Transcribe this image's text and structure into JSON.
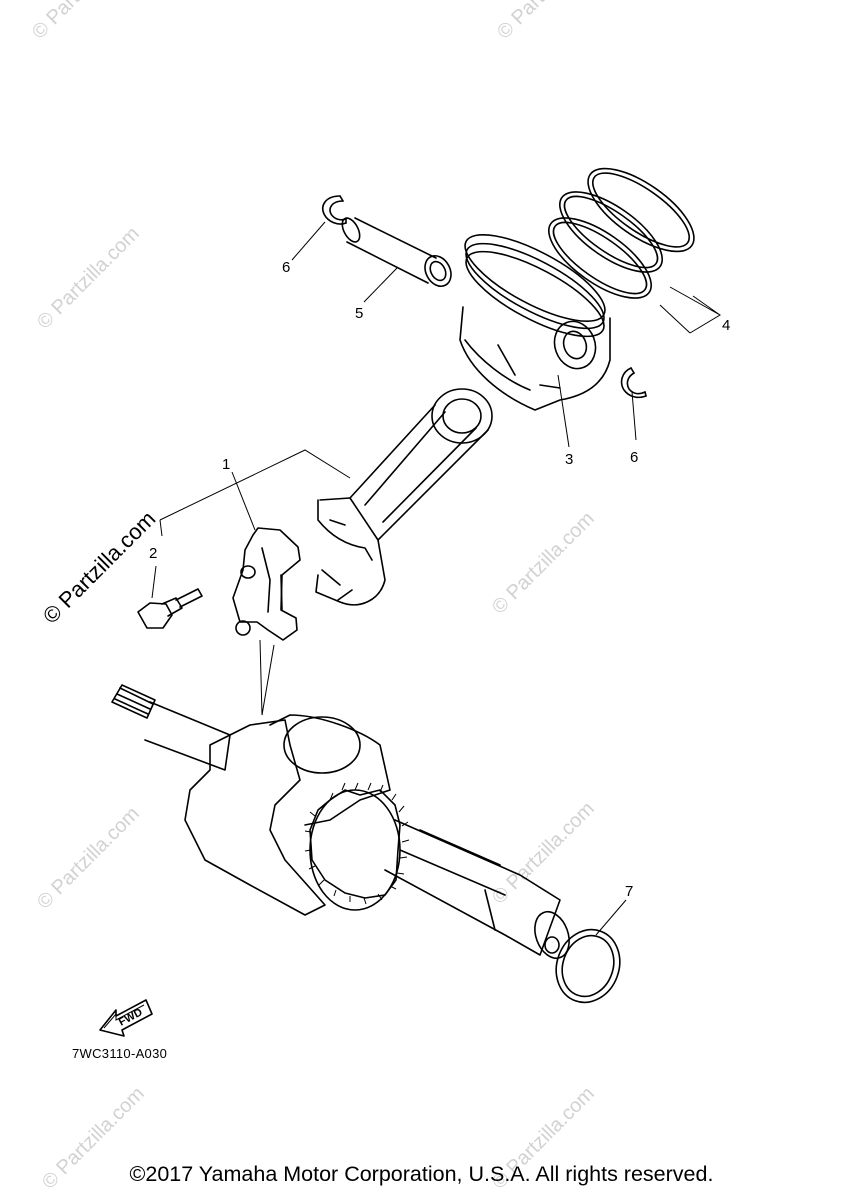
{
  "callouts": [
    "1",
    "2",
    "3",
    "4",
    "5",
    "6",
    "6",
    "7"
  ],
  "watermark": "© Partzilla.com",
  "fwd_label": "FWD",
  "diagram_code": "7WC3110-A030",
  "copyright": "©2017 Yamaha Motor Corporation, U.S.A. All rights reserved.",
  "colors": {
    "line": "#000000",
    "watermark": "#d2d2d2",
    "background": "#ffffff"
  },
  "icons": [
    "fwd-arrow-icon"
  ]
}
